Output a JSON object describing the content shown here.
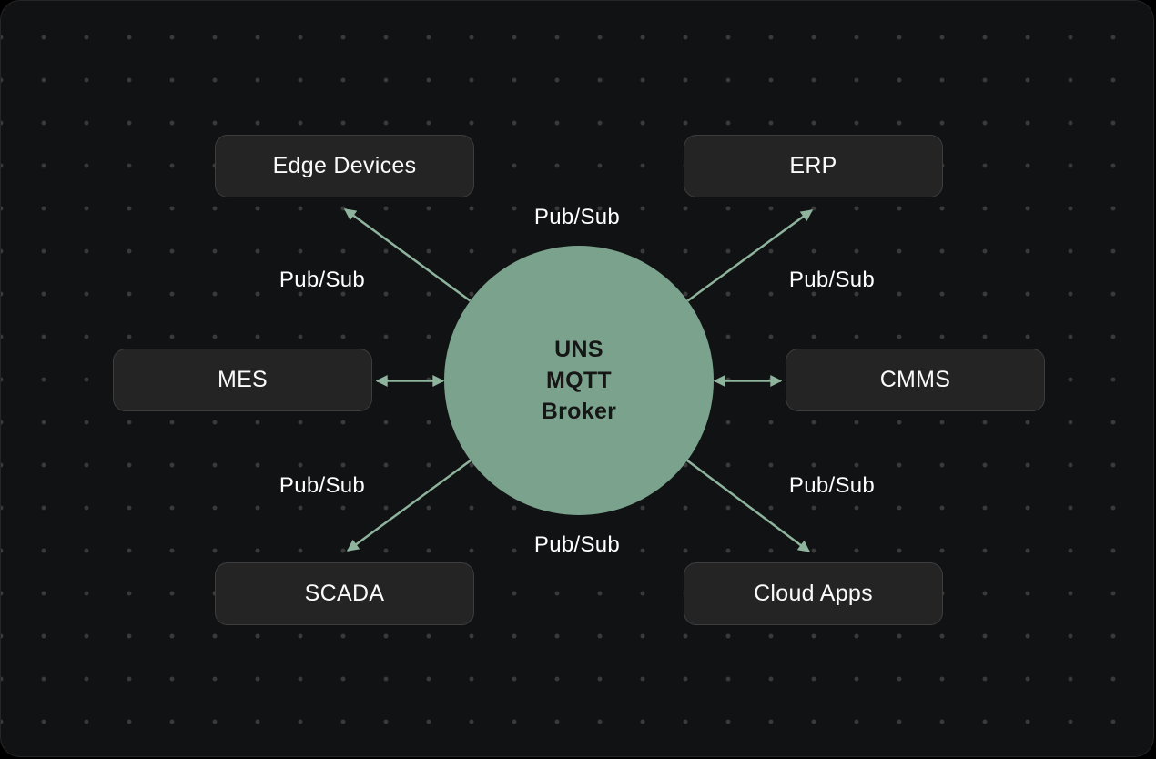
{
  "diagram": {
    "title": "UNS MQTT Broker hub-and-spoke diagram",
    "hub": {
      "lines": [
        "UNS",
        "MQTT",
        "Broker"
      ]
    },
    "nodes": [
      {
        "id": "edge-devices",
        "label": "Edge Devices"
      },
      {
        "id": "erp",
        "label": "ERP"
      },
      {
        "id": "mes",
        "label": "MES"
      },
      {
        "id": "cmms",
        "label": "CMMS"
      },
      {
        "id": "scada",
        "label": "SCADA"
      },
      {
        "id": "cloud-apps",
        "label": "Cloud Apps"
      }
    ],
    "connections": [
      {
        "from": "broker",
        "to": "edge-devices",
        "label": "Pub/Sub",
        "direction": "one-way"
      },
      {
        "from": "broker",
        "to": "erp",
        "label": "Pub/Sub",
        "direction": "one-way"
      },
      {
        "from": "broker",
        "to": "mes",
        "label": "Pub/Sub",
        "direction": "two-way"
      },
      {
        "from": "broker",
        "to": "cmms",
        "label": "Pub/Sub",
        "direction": "two-way"
      },
      {
        "from": "broker",
        "to": "scada",
        "label": "Pub/Sub",
        "direction": "one-way"
      },
      {
        "from": "broker",
        "to": "cloud-apps",
        "label": "Pub/Sub",
        "direction": "one-way"
      }
    ],
    "colors": {
      "background": "#111214",
      "dot_grid": "#3a3a3a",
      "node_fill": "#242424",
      "node_border": "#3d3d3d",
      "node_text": "#fafafa",
      "hub_fill": "#7aa28d",
      "hub_text": "#161616",
      "arrow": "#8fb49d",
      "label_text": "#ffffff"
    }
  }
}
